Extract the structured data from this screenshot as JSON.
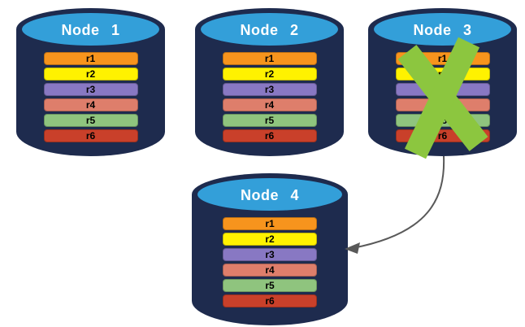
{
  "colors": {
    "background": "#FFFFFF",
    "cylinder-body": "#1E2B4E",
    "cylinder-top": "#339FD9",
    "node-text": "#FFFFFF",
    "row-text": "#000000",
    "failure-x": "#8CC63F",
    "arrow": "#595959"
  },
  "rows": [
    {
      "label": "r1",
      "color": "#F7941D"
    },
    {
      "label": "r2",
      "color": "#FFF200"
    },
    {
      "label": "r3",
      "color": "#8878C3"
    },
    {
      "label": "r4",
      "color": "#DE7E6B"
    },
    {
      "label": "r5",
      "color": "#8FC47E"
    },
    {
      "label": "r6",
      "color": "#C9402A"
    }
  ],
  "nodes": [
    {
      "label": "Node 1",
      "status": "active"
    },
    {
      "label": "Node 2",
      "status": "active"
    },
    {
      "label": "Node 3",
      "status": "failed"
    },
    {
      "label": "Node 4",
      "status": "active"
    }
  ],
  "annotations": {
    "failure_cross_on": "Node 3",
    "arrow": {
      "from": "Node 3",
      "to": "Node 4"
    }
  }
}
